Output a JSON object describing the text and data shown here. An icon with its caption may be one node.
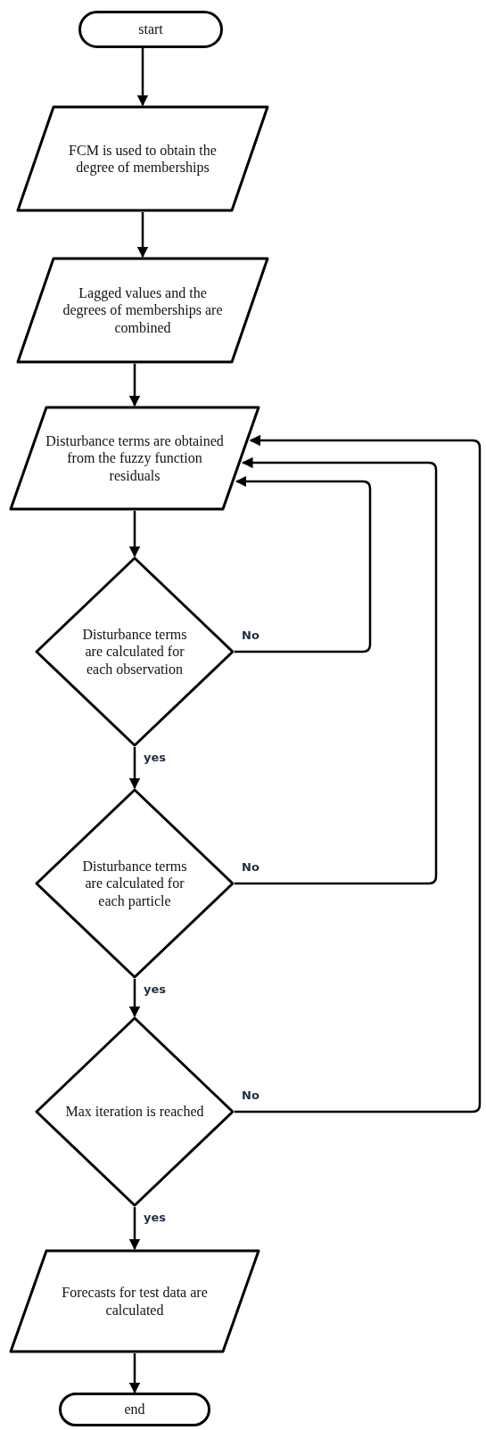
{
  "diagram": {
    "nodes": [
      {
        "text": [
          "start"
        ]
      },
      {
        "text": [
          "FCM is used to obtain the degree of memberships"
        ]
      },
      {
        "text": [
          "Lagged values and the degrees of memberships are combined"
        ]
      },
      {
        "text": [
          "Disturbance terms are obtained from the fuzzy function residuals"
        ]
      },
      {
        "text": [
          "Disturbance terms are calculated for each observation"
        ]
      },
      {
        "text": [
          "Disturbance terms are calculated for each particle"
        ]
      },
      {
        "text": [
          "Max iteration is reached"
        ]
      },
      {
        "text": [
          "Forecasts for test data are calculated"
        ]
      },
      {
        "text": [
          "end"
        ]
      }
    ],
    "edges": [
      {
        "from": 0,
        "to": 1,
        "arrow": "to"
      },
      {
        "from": 1,
        "to": 2,
        "arrow": "to"
      },
      {
        "from": 2,
        "to": 3,
        "arrow": "to"
      },
      {
        "from": 3,
        "to": 4,
        "arrow": "to"
      },
      {
        "from": 4,
        "to": 3,
        "arrow": "to",
        "label": "No"
      },
      {
        "from": 4,
        "to": 5,
        "arrow": "to",
        "label": "yes"
      },
      {
        "from": 5,
        "to": 3,
        "arrow": "to",
        "label": "No"
      },
      {
        "from": 5,
        "to": 6,
        "arrow": "to",
        "label": "yes"
      },
      {
        "from": 6,
        "to": 3,
        "arrow": "to",
        "label": "No"
      },
      {
        "from": 6,
        "to": 7,
        "arrow": "to",
        "label": "yes"
      },
      {
        "from": 7,
        "to": 8,
        "arrow": "to"
      }
    ]
  }
}
